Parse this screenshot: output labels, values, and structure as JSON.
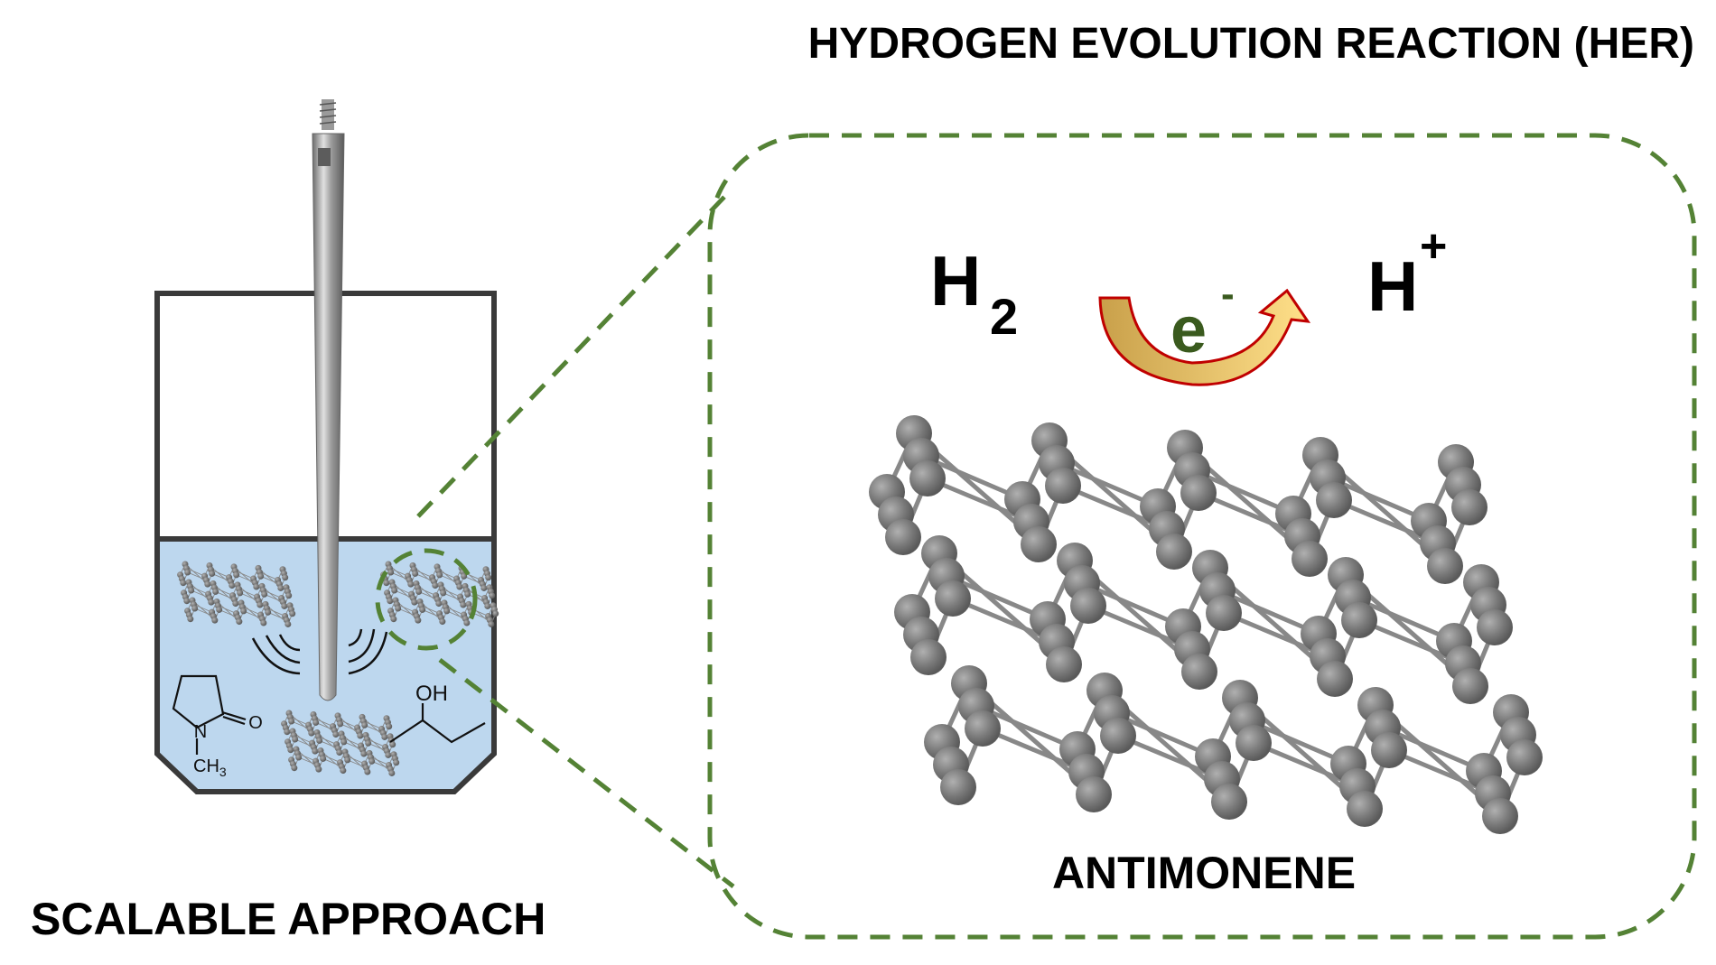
{
  "title": "HYDROGEN EVOLUTION REACTION (HER)",
  "left_caption": "SCALABLE APPROACH",
  "material_label": "ANTIMONENE",
  "reaction": {
    "reactant": "H",
    "reactant_subscript": "2",
    "electron": "e",
    "electron_charge": "-",
    "product": "H",
    "product_charge": "+"
  },
  "molecules": {
    "oh_label": "OH",
    "n_label": "N",
    "o_label": "O",
    "ch3_label": "CH",
    "ch3_sub": "3"
  },
  "colors": {
    "dash_green": "#548235",
    "liquid": "#bdd7ee",
    "electron_green": "#3a5a1e",
    "arrow_fill": "#f2c56b",
    "arrow_stroke": "#c00000",
    "atom": "#7f7f7f"
  }
}
